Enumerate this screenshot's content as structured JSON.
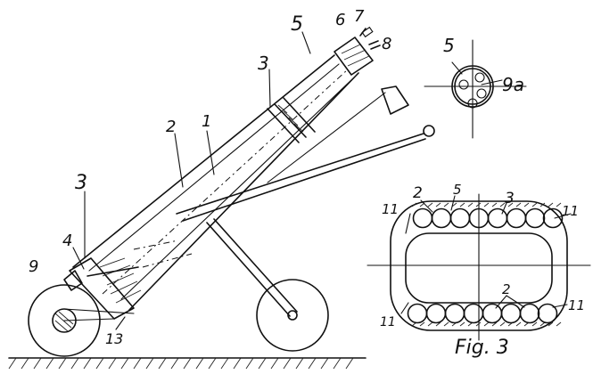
{
  "figure": {
    "labels": {
      "l1": "1",
      "l2": "2",
      "l3a": "3",
      "l3b": "3",
      "l4": "4",
      "l5": "5",
      "l6": "6",
      "l7": "7",
      "l8": "8",
      "l9": "9",
      "l13": "13",
      "l5b": "5",
      "l9a": "9a",
      "l11a": "11",
      "l2b": "2",
      "l5c": "5",
      "l3c": "3",
      "l11b": "11",
      "l2c": "2",
      "l11c": "11",
      "l11d": "11",
      "fig_caption": "Fig. 3"
    }
  }
}
